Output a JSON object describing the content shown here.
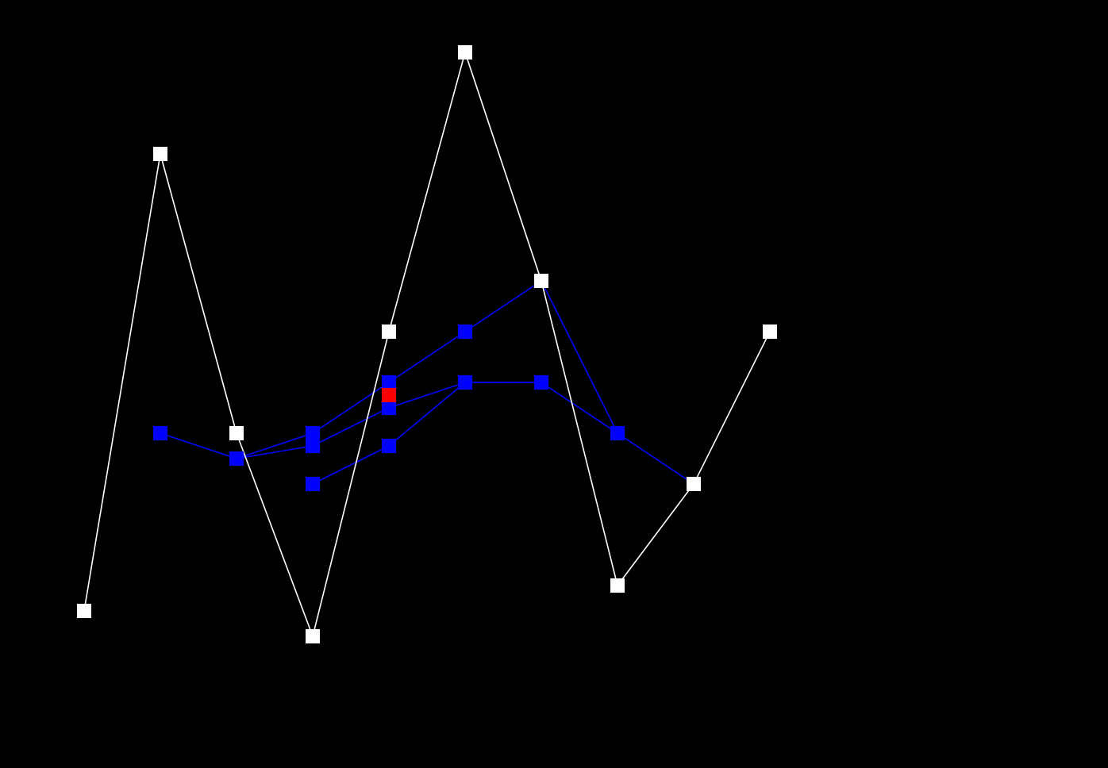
{
  "colors": {
    "background": "#000000",
    "control_polygon": "#ffffff",
    "control_point": "#ffffff",
    "derived_polygon": "#0000ff",
    "derived_point": "#0000ff",
    "selected_point": "#ff0000"
  },
  "diagram": {
    "description_type": "control polygon with derived inner polylines",
    "control_points": [
      {
        "x": 0,
        "y": -4.5
      },
      {
        "x": 1,
        "y": 4.5
      },
      {
        "x": 2,
        "y": -1
      },
      {
        "x": 3,
        "y": -5
      },
      {
        "x": 4,
        "y": 1
      },
      {
        "x": 5,
        "y": 6.5
      },
      {
        "x": 6,
        "y": 2
      },
      {
        "x": 7,
        "y": -4
      },
      {
        "x": 8,
        "y": -2
      },
      {
        "x": 9,
        "y": 1
      }
    ],
    "derived_polylines": [
      [
        {
          "x": 1,
          "y": -1
        },
        {
          "x": 2,
          "y": -1.5
        },
        {
          "x": 3,
          "y": -1.25
        },
        {
          "x": 4,
          "y": -0.5
        },
        {
          "x": 5,
          "y": 0
        },
        {
          "x": 6,
          "y": 0
        },
        {
          "x": 7,
          "y": -1
        },
        {
          "x": 8,
          "y": -2
        }
      ],
      [
        {
          "x": 2,
          "y": -1.5
        },
        {
          "x": 3,
          "y": -1
        },
        {
          "x": 4,
          "y": 0
        },
        {
          "x": 5,
          "y": 1
        },
        {
          "x": 6,
          "y": 2
        },
        {
          "x": 7,
          "y": -1
        }
      ],
      [
        {
          "x": 3,
          "y": -2
        },
        {
          "x": 4,
          "y": -1.25
        },
        {
          "x": 5,
          "y": 0
        },
        {
          "x": 6,
          "y": 0
        }
      ]
    ],
    "selected_point": {
      "x": 4,
      "y": -0.25
    }
  }
}
